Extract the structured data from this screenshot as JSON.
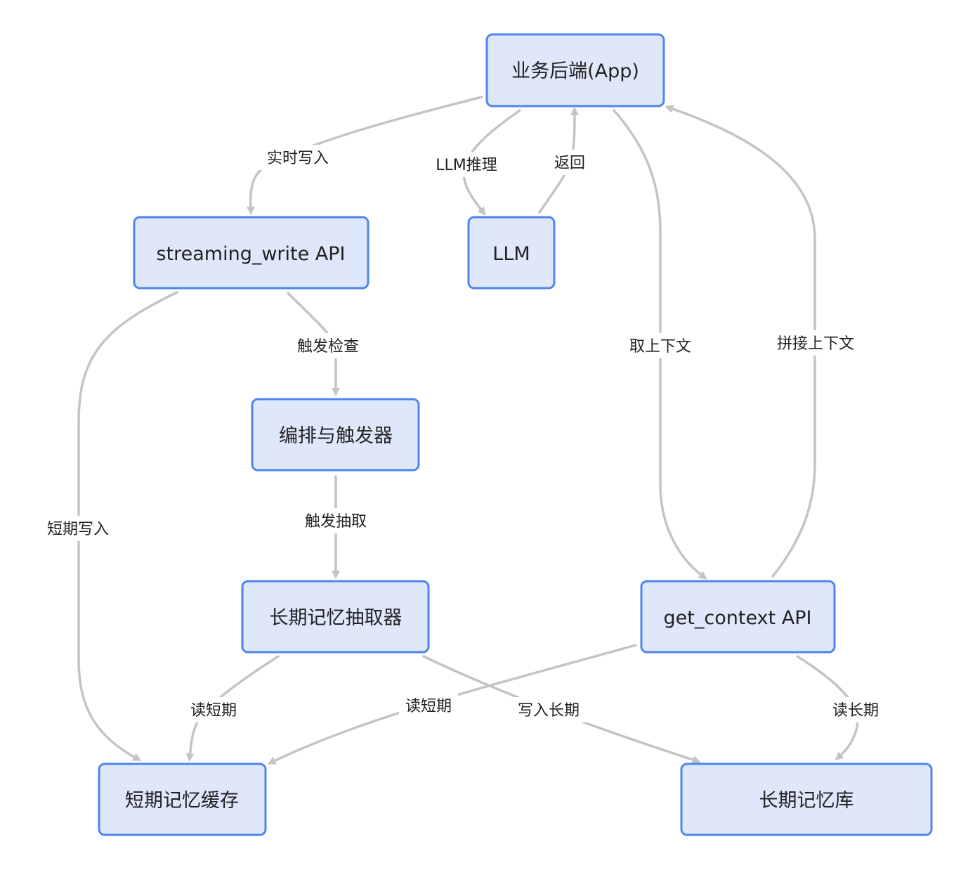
{
  "nodes": {
    "app": "业务后端(App)",
    "streaming_write": "streaming_write API",
    "llm": "LLM",
    "orchestrator": "编排与触发器",
    "extractor": "长期记忆抽取器",
    "get_context": "get_context API",
    "short_cache": "短期记忆缓存",
    "long_store": "长期记忆库"
  },
  "edges": {
    "realtime_write": "实时写入",
    "llm_infer": "LLM推理",
    "return": "返回",
    "fetch_context": "取上下文",
    "assemble_context": "拼接上下文",
    "trigger_check": "触发检查",
    "short_write": "短期写入",
    "trigger_extract": "触发抽取",
    "extractor_read_short": "读短期",
    "get_context_read_short": "读短期",
    "write_long": "写入长期",
    "read_long": "读长期"
  },
  "colors": {
    "node_fill": "#dfe7fb",
    "node_border": "#4f86ec",
    "edge": "#c3c4c8",
    "text": "#222222"
  }
}
